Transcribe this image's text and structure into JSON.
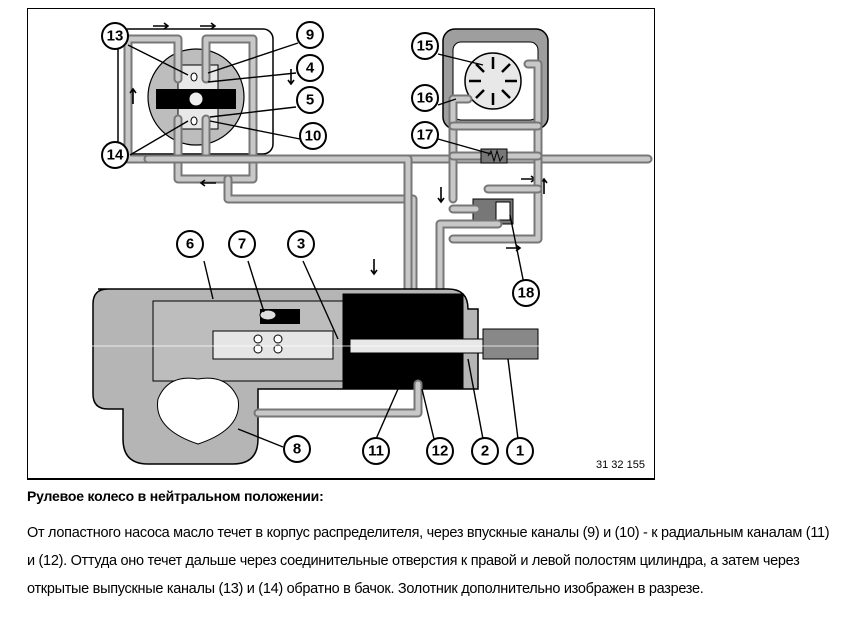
{
  "figure": {
    "code": "31 32 155",
    "callouts": [
      "1",
      "2",
      "3",
      "4",
      "5",
      "6",
      "7",
      "8",
      "9",
      "10",
      "11",
      "12",
      "13",
      "14",
      "15",
      "16",
      "17",
      "18"
    ]
  },
  "caption": {
    "heading": "Рулевое колесо в нейтральном положении:",
    "paragraph": "От лопастного насоса масло течет в корпус распределителя, через впускные каналы (9) и (10) - к радиальным каналам (11) и (12). Оттуда оно течет дальше через соединительные отверстия к правой и левой полостям цилиндра, а затем через открытые выпускные каналы (13) и (14) обратно в бачок. Золотник дополнительно изображен в разрезе."
  }
}
